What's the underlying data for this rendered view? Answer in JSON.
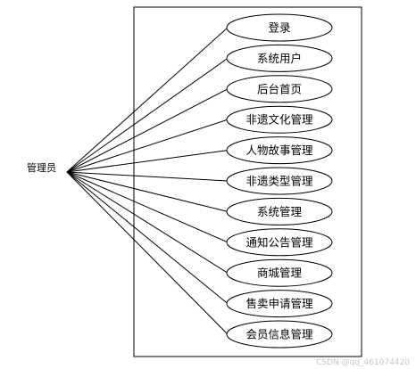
{
  "actor": {
    "label": "管理员"
  },
  "use_cases": [
    {
      "label": "登录"
    },
    {
      "label": "系统用户"
    },
    {
      "label": "后台首页"
    },
    {
      "label": "非遗文化管理"
    },
    {
      "label": "人物故事管理"
    },
    {
      "label": "非遗类型管理"
    },
    {
      "label": "系统管理"
    },
    {
      "label": "通知公告管理"
    },
    {
      "label": "商城管理"
    },
    {
      "label": "售卖申请管理"
    },
    {
      "label": "会员信息管理"
    }
  ],
  "watermark": "CSDN @qq_461074420",
  "colors": {
    "line": "#000000",
    "ellipse_fill": "#ffffff",
    "ellipse_stroke": "#000000"
  }
}
